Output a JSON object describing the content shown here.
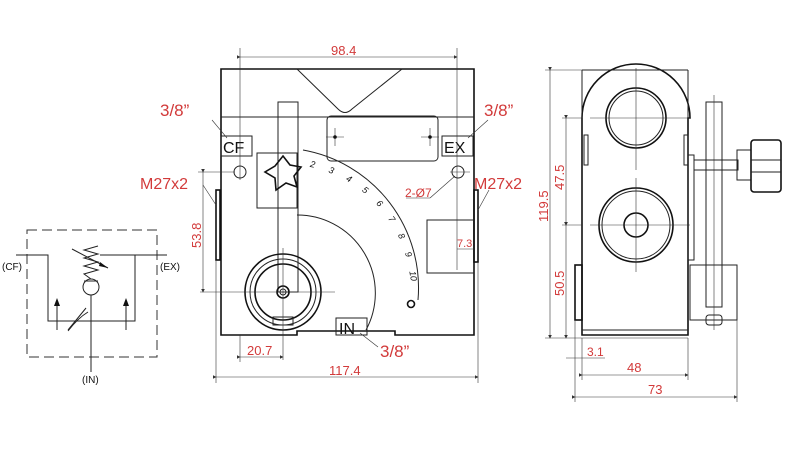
{
  "colors": {
    "dimension_text": "#d23a3a",
    "lines": "#222222"
  },
  "schematic": {
    "port_cf": "(CF)",
    "port_ex": "(EX)",
    "port_in": "(IN)"
  },
  "front_view": {
    "port_labels": {
      "cf": "CF",
      "ex": "EX",
      "in": "IN"
    },
    "callouts": {
      "cf_thread": "3/8”",
      "ex_thread": "3/8”",
      "in_thread": "3/8”",
      "left_mount": "M27x2",
      "right_mount": "M27x2",
      "holes": "2-Ø7"
    },
    "dimensions": {
      "top_width": "98.4",
      "overall_width": "117.4",
      "knob_offset": "20.7",
      "vertical": "53.8",
      "step": "7.3"
    },
    "scale_marks": [
      "2",
      "3",
      "4",
      "5",
      "6",
      "7",
      "8",
      "9",
      "10"
    ]
  },
  "side_view": {
    "dimensions": {
      "height": "119.5",
      "upper": "47.5",
      "lower": "50.5",
      "offset": "3.1",
      "body_width": "48",
      "overall_width": "73"
    }
  }
}
